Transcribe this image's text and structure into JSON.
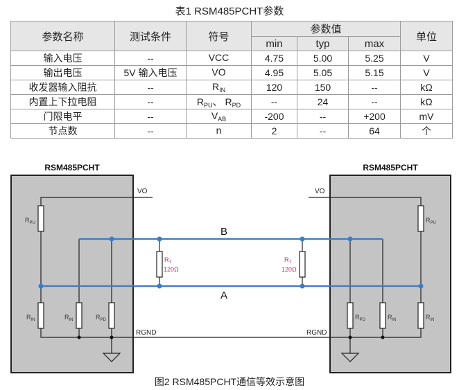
{
  "table_title": "表1 RSM485PCHT参数",
  "headers": {
    "name": "参数名称",
    "cond": "测试条件",
    "symbol": "符号",
    "values": "参数值",
    "min": "min",
    "typ": "typ",
    "max": "max",
    "unit": "单位"
  },
  "rows": [
    {
      "name": "输入电压",
      "cond": "--",
      "sym": "VCC",
      "sub": "",
      "sym2": "",
      "sub2": "",
      "min": "4.75",
      "typ": "5.00",
      "max": "5.25",
      "unit": "V"
    },
    {
      "name": "输出电压",
      "cond": "5V 输入电压",
      "sym": "VO",
      "sub": "",
      "sym2": "",
      "sub2": "",
      "min": "4.95",
      "typ": "5.05",
      "max": "5.15",
      "unit": "V"
    },
    {
      "name": "收发器输入阻抗",
      "cond": "--",
      "sym": "R",
      "sub": "IN",
      "sym2": "",
      "sub2": "",
      "min": "120",
      "typ": "150",
      "max": "--",
      "unit": "kΩ"
    },
    {
      "name": "内置上下拉电阻",
      "cond": "--",
      "sym": "R",
      "sub": "PU",
      "sym2": "、 R",
      "sub2": "PD",
      "min": "--",
      "typ": "24",
      "max": "--",
      "unit": "kΩ"
    },
    {
      "name": "门限电平",
      "cond": "--",
      "sym": "V",
      "sub": "AB",
      "sym2": "",
      "sub2": "",
      "min": "-200",
      "typ": "--",
      "max": "+200",
      "unit": "mV"
    },
    {
      "name": "节点数",
      "cond": "--",
      "sym": "n",
      "sub": "",
      "sym2": "",
      "sub2": "",
      "min": "2",
      "typ": "--",
      "max": "64",
      "unit": "个"
    }
  ],
  "diagram": {
    "left_chip": "RSM485PCHT",
    "right_chip": "RSM485PCHT",
    "vo": "VO",
    "rgnd": "RGND",
    "line_b": "B",
    "line_a": "A",
    "r": "R",
    "pu": "PU",
    "pd": "PD",
    "in": "IN",
    "t": "T",
    "rt_value": "120Ω",
    "bus_color": "#3a7cc9",
    "rt_color": "#c0306a",
    "box_color": "#c4c4c4"
  },
  "caption": "图2 RSM485PCHT通信等效示意图"
}
